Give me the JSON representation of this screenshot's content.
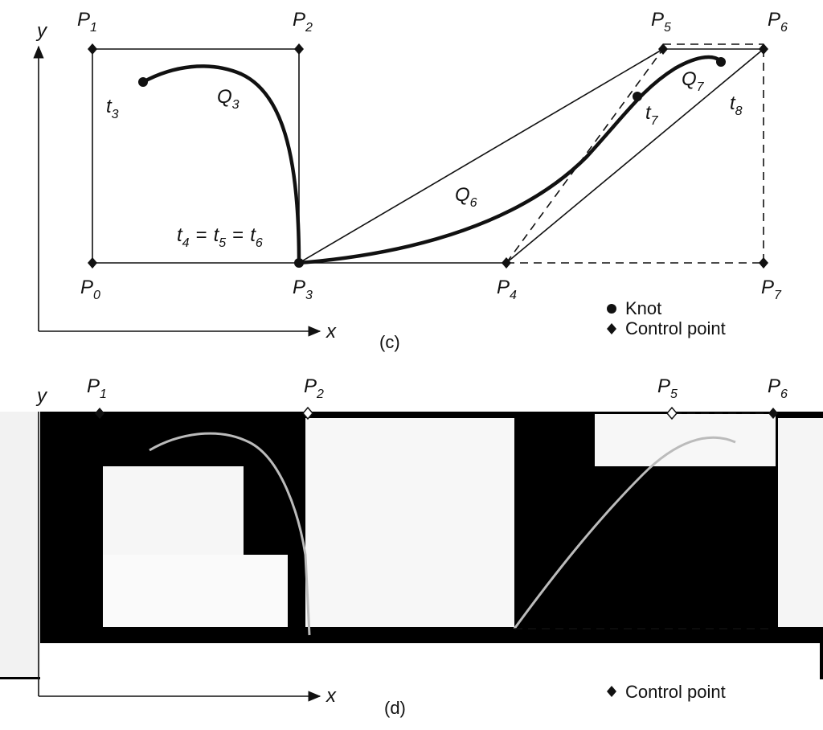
{
  "panel_c": {
    "caption": "(c)",
    "axis_x": "x",
    "axis_y": "y",
    "points": [
      {
        "base": "P",
        "sub": "0"
      },
      {
        "base": "P",
        "sub": "1"
      },
      {
        "base": "P",
        "sub": "2"
      },
      {
        "base": "P",
        "sub": "3"
      },
      {
        "base": "P",
        "sub": "4"
      },
      {
        "base": "P",
        "sub": "5"
      },
      {
        "base": "P",
        "sub": "6"
      },
      {
        "base": "P",
        "sub": "7"
      }
    ],
    "curves": [
      {
        "base": "Q",
        "sub": "3"
      },
      {
        "base": "Q",
        "sub": "6"
      },
      {
        "base": "Q",
        "sub": "7"
      }
    ],
    "knots": [
      {
        "base": "t",
        "sub": "3"
      },
      {
        "base": "t",
        "sub": "7"
      },
      {
        "base": "t",
        "sub": "8"
      }
    ],
    "multi_knot": {
      "parts": [
        {
          "base": "t",
          "sub": "4"
        },
        {
          "base": "t",
          "sub": "5"
        },
        {
          "base": "t",
          "sub": "6"
        }
      ],
      "sep": "="
    },
    "legend": {
      "knot": "Knot",
      "control": "Control point"
    }
  },
  "panel_d": {
    "caption": "(d)",
    "axis_x": "x",
    "axis_y": "y",
    "points_visible": [
      {
        "base": "P",
        "sub": "1"
      },
      {
        "base": "P",
        "sub": "2"
      },
      {
        "base": "P",
        "sub": "5"
      },
      {
        "base": "P",
        "sub": "6"
      }
    ],
    "legend": {
      "control": "Control point"
    }
  }
}
